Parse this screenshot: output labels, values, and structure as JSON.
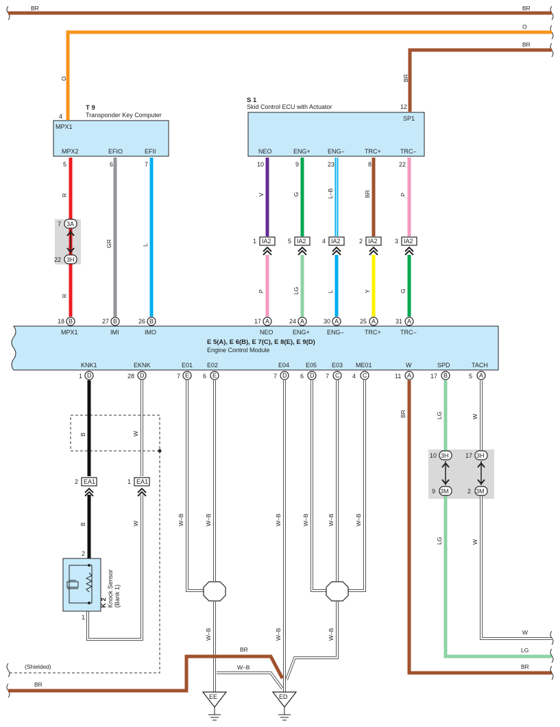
{
  "components": {
    "t9": {
      "id": "T 9",
      "name": "Transponder Key Computer",
      "terminals": {
        "mpx1": "MPX1",
        "mpx2": "MPX2",
        "efio": "EFIO",
        "efii": "EFII"
      }
    },
    "s1": {
      "id": "S 1",
      "name": "Skid Control ECU with Actuator",
      "terminals": {
        "sp1": "SP1",
        "neo": "NEO",
        "engp": "ENG+",
        "engm": "ENG–",
        "trcp": "TRC+",
        "trcm": "TRC–"
      }
    },
    "ecm": {
      "id": "E 5(A), E 6(B), E 7(C), E 8(E), E 9(D)",
      "name": "Engine Control Module",
      "top_terminals": {
        "mpx1": "MPX1",
        "imi": "IMI",
        "imo": "IMO",
        "neo": "NEO",
        "engp": "ENG+",
        "engm": "ENG–",
        "trcp": "TRC+",
        "trcm": "TRC–"
      },
      "bottom_terminals": {
        "knk1": "KNK1",
        "eknk": "EKNK",
        "e01": "E01",
        "e02": "E02",
        "e04": "E04",
        "e05": "E05",
        "e03": "E03",
        "me01": "ME01",
        "w": "W",
        "spd": "SPD",
        "tach": "TACH"
      }
    },
    "k2": {
      "id": "K 2",
      "name": "Knock Sensor",
      "sub": "(Bank 1)"
    }
  },
  "connectors": {
    "c3a": "3A",
    "c3h": "3H",
    "c3m": "3M",
    "ia2": "IA2",
    "ea1": "EA1"
  },
  "pin_letters": {
    "a": "A",
    "b": "B",
    "c": "C",
    "d": "D",
    "e": "E"
  },
  "grounds": {
    "ee": "EE",
    "ed": "ED"
  },
  "colors": {
    "BR": "#a0522d",
    "O": "#f7941d",
    "R": "#ed1c24",
    "GR": "#939598",
    "L": "#00aeef",
    "V": "#662d91",
    "G": "#00a651",
    "P": "#f49ac1",
    "LG": "#8dd3a4",
    "Y": "#fff200",
    "B": "#111111",
    "box": "#c7eafb",
    "gray_block": "#d9d9d9"
  },
  "wire_labels": {
    "br": "BR",
    "o": "O",
    "r": "R",
    "gr": "GR",
    "l": "L",
    "v": "V",
    "g": "G",
    "lb": "L–B",
    "p": "P",
    "lg": "LG",
    "y": "Y",
    "b": "B",
    "w": "W",
    "wb": "W–B"
  },
  "pins": {
    "t9_mpx1": "4",
    "t9_mpx2": "5",
    "t9_efio": "6",
    "t9_efii": "7",
    "s1_sp1": "12",
    "s1_neo": "10",
    "s1_engp": "9",
    "s1_engm": "23",
    "s1_trcp": "8",
    "s1_trcm": "22",
    "c3a_r": "7",
    "c3h_r": "22",
    "ia2_neo": "1",
    "ia2_engp": "5",
    "ia2_engm": "4",
    "ia2_trcp": "2",
    "ia2_trcm": "3",
    "ecm_mpx1": "18",
    "ecm_imi": "27",
    "ecm_imo": "26",
    "ecm_neo": "17",
    "ecm_engp": "24",
    "ecm_engm": "30",
    "ecm_trcp": "25",
    "ecm_trcm": "31",
    "ecm_knk1": "1",
    "ecm_eknk": "28",
    "ecm_e01": "7",
    "ecm_e02": "6",
    "ecm_e04": "7",
    "ecm_e05": "6",
    "ecm_e03": "7",
    "ecm_me01": "4",
    "ecm_w": "11",
    "ecm_spd": "17",
    "ecm_tach": "5",
    "ea1_b": "2",
    "ea1_w": "1",
    "k2_2": "2",
    "k2_1": "1",
    "c3h_spd": "10",
    "c3m_spd": "9",
    "c3h_tach": "17",
    "c3m_tach": "2"
  },
  "notes": {
    "shielded": "(Shielded)"
  }
}
